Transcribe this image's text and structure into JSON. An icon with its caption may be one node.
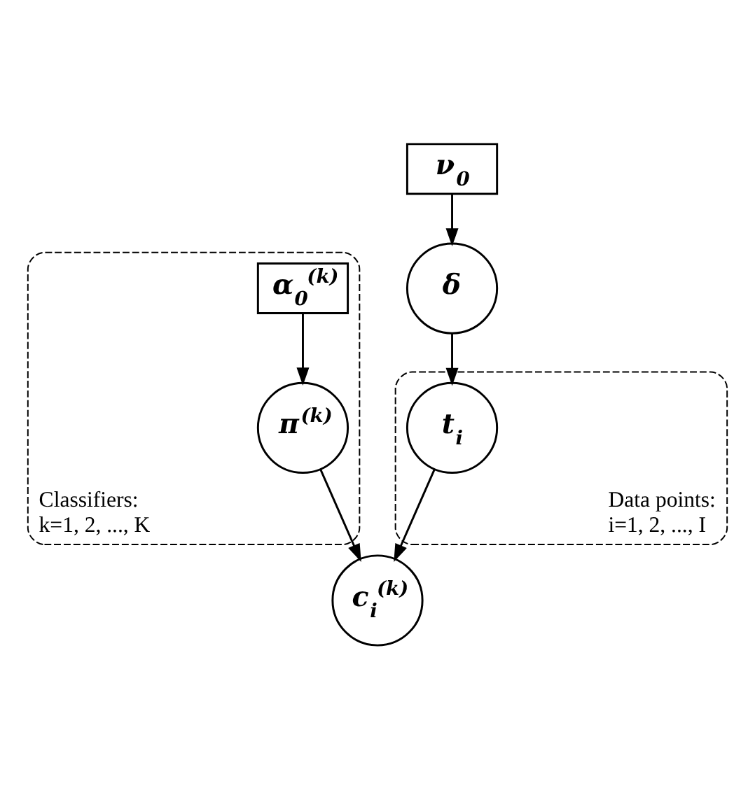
{
  "diagram": {
    "nodes": [
      {
        "text": [
          "Classifiers: k=1, 2, ..., K"
        ]
      },
      {
        "text": [
          "α$_{0}$$^{(k)}$"
        ],
        "in": 0
      },
      {
        "text": [
          "ν$_{0}$"
        ]
      },
      {
        "text": [
          "δ"
        ]
      },
      {
        "text": [
          "π$^{(k)}$"
        ],
        "in": 0
      },
      {
        "text": [
          "Data points: i=1, 2, ..., I"
        ]
      },
      {
        "text": [
          "t$_{i}$"
        ],
        "in": 5
      },
      {
        "text": [
          "c$_{i}$$^{(k)}$"
        ]
      }
    ],
    "edges": [
      {
        "from": 1,
        "to": 4,
        "arrow": "to"
      },
      {
        "from": 2,
        "to": 3,
        "arrow": "to"
      },
      {
        "from": 3,
        "to": 6,
        "arrow": "to"
      },
      {
        "from": 4,
        "to": 7,
        "arrow": "to"
      },
      {
        "from": 6,
        "to": 7,
        "arrow": "to"
      }
    ]
  }
}
